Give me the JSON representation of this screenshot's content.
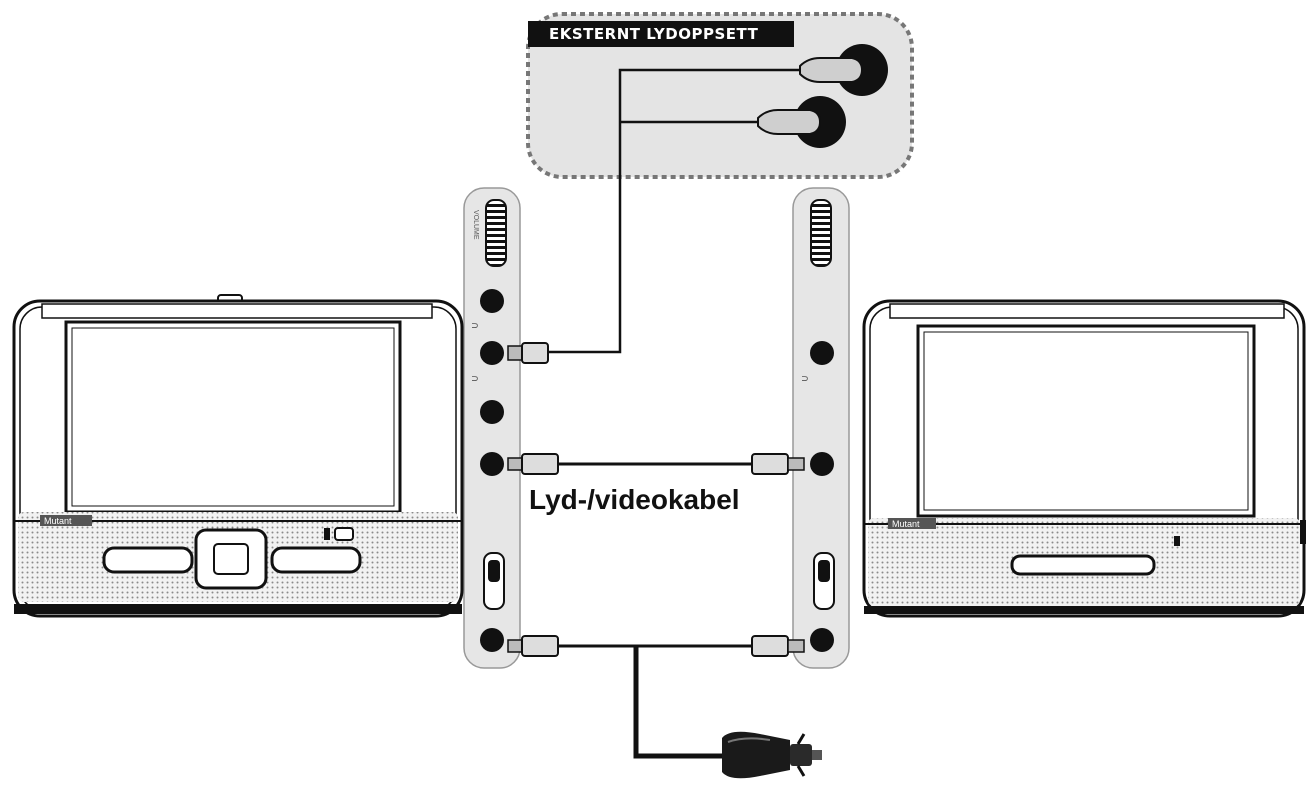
{
  "labels": {
    "external_audio": "EKSTERNT LYDOPPSETT",
    "av_cable": "Lyd-/videokabel"
  },
  "colors": {
    "line": "#111111",
    "panel_fill": "#e6e6e6",
    "dashed_box_fill": "#e4e4e4",
    "screen_fill": "#ffffff",
    "label_bg": "#111111"
  },
  "icons": {
    "left_player": "portable-dvd-player-main",
    "right_player": "portable-dvd-player-secondary",
    "headphones": "earphones",
    "car_adapter": "car-cigarette-adapter"
  }
}
